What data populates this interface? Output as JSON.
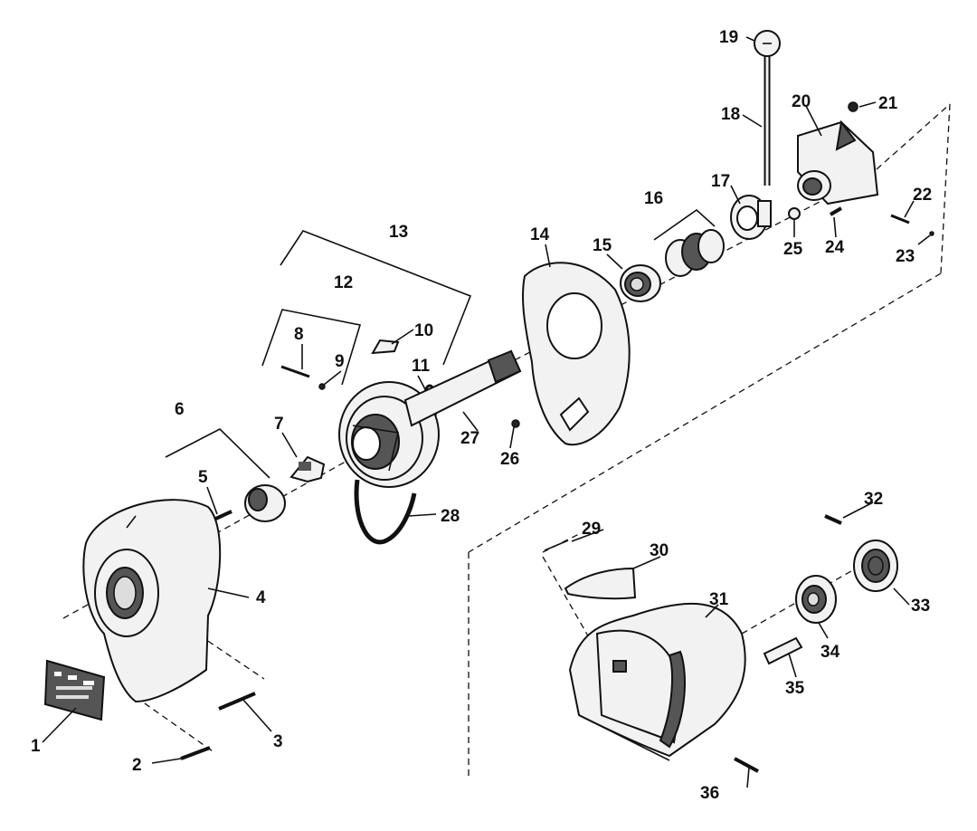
{
  "callouts": [
    {
      "id": "c1",
      "text": "1"
    },
    {
      "id": "c2",
      "text": "2"
    },
    {
      "id": "c3",
      "text": "3"
    },
    {
      "id": "c4",
      "text": "4"
    },
    {
      "id": "c5",
      "text": "5"
    },
    {
      "id": "c6",
      "text": "6"
    },
    {
      "id": "c7",
      "text": "7"
    },
    {
      "id": "c8",
      "text": "8"
    },
    {
      "id": "c9",
      "text": "9"
    },
    {
      "id": "c10",
      "text": "10"
    },
    {
      "id": "c11",
      "text": "11"
    },
    {
      "id": "c12",
      "text": "12"
    },
    {
      "id": "c13",
      "text": "13"
    },
    {
      "id": "c14",
      "text": "14"
    },
    {
      "id": "c15",
      "text": "15"
    },
    {
      "id": "c16",
      "text": "16"
    },
    {
      "id": "c17",
      "text": "17"
    },
    {
      "id": "c18",
      "text": "18"
    },
    {
      "id": "c19",
      "text": "19"
    },
    {
      "id": "c20",
      "text": "20"
    },
    {
      "id": "c21",
      "text": "21"
    },
    {
      "id": "c22",
      "text": "22"
    },
    {
      "id": "c23",
      "text": "23"
    },
    {
      "id": "c24",
      "text": "24"
    },
    {
      "id": "c25",
      "text": "25"
    },
    {
      "id": "c26",
      "text": "26"
    },
    {
      "id": "c27",
      "text": "27"
    },
    {
      "id": "c28",
      "text": "28"
    },
    {
      "id": "c29",
      "text": "29"
    },
    {
      "id": "c30",
      "text": "30"
    },
    {
      "id": "c31",
      "text": "31"
    },
    {
      "id": "c32",
      "text": "32"
    },
    {
      "id": "c33",
      "text": "33"
    },
    {
      "id": "c34",
      "text": "34"
    },
    {
      "id": "c35",
      "text": "35"
    },
    {
      "id": "c36",
      "text": "36"
    }
  ]
}
